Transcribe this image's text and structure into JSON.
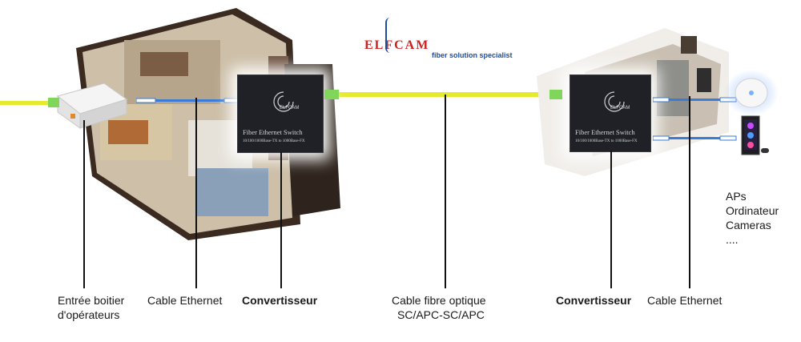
{
  "logo": {
    "brand": "ELFCAM",
    "tagline": "fiber solution specialist",
    "colors": {
      "brand_red": "#d0201f",
      "brand_blue": "#1d4fa0"
    }
  },
  "converters": {
    "left": {
      "title": "Fiber Ethernet Switch",
      "spec": "10/100/1000Base-TX to 1000Base-FX",
      "brand": "ELFCAM"
    },
    "right": {
      "title": "Fiber Ethernet Switch",
      "spec": "10/100/1000Base-TX to 1000Base-FX",
      "brand": "ELFCAM"
    }
  },
  "devices_list": [
    "APs",
    "Ordinateur",
    "Cameras",
    "...."
  ],
  "labels": {
    "operator_box": [
      "Entrée boitier",
      "d'opérateurs"
    ],
    "cable_ethernet_left": "Cable Ethernet",
    "converter_left": "Convertisseur",
    "fiber_cable": [
      "Cable fibre optique",
      "SC/APC-SC/APC"
    ],
    "converter_right": "Convertisseur",
    "cable_ethernet_right": "Cable Ethernet"
  },
  "colors": {
    "fiber": "#e6ea2f",
    "connector": "#7fd65a",
    "ethernet": "#3a7bd5"
  }
}
